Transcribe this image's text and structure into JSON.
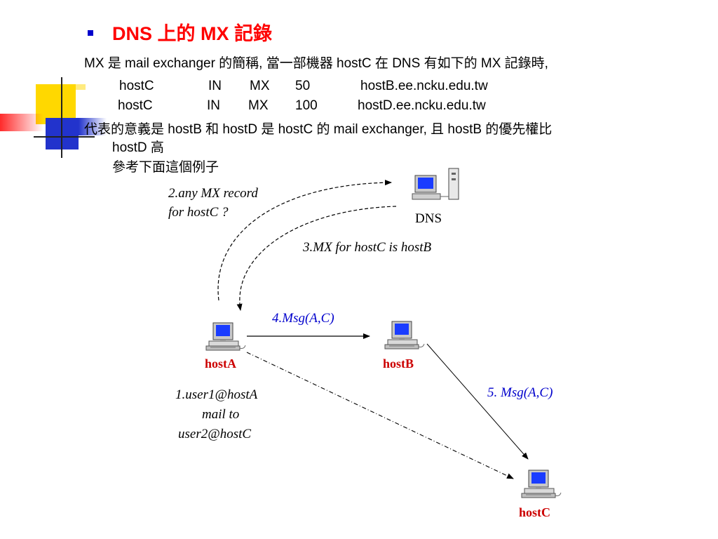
{
  "slide": {
    "title": "DNS 上的 MX 記錄",
    "line1": "MX 是 mail exchanger 的簡稱, 當一部機器 hostC 在 DNS 有如下的 MX 記錄時,",
    "mx_records": [
      {
        "host": "hostC",
        "class": "IN",
        "type": "MX",
        "priority": "50",
        "target": "hostB.ee.ncku.edu.tw"
      },
      {
        "host": "hostC",
        "class": "IN",
        "type": "MX",
        "priority": "100",
        "target": "hostD.ee.ncku.edu.tw"
      }
    ],
    "line2a": "代表的意義是 hostB 和 hostD 是 hostC 的 mail exchanger, 且 hostB 的優先權比",
    "line2b": "hostD 高",
    "line3": "參考下面這個例子"
  },
  "diagram": {
    "nodes": {
      "dns": "DNS",
      "hostA": "hostA",
      "hostB": "hostB",
      "hostC": "hostC"
    },
    "annotations": {
      "step2_line1": "2.any MX record",
      "step2_line2": "for hostC ?",
      "step3": "3.MX for hostC is hostB",
      "step4": "4.Msg(A,C)",
      "step5": "5. Msg(A,C)",
      "step1_line1": "1.user1@hostA",
      "step1_line2": "mail to",
      "step1_line3": "user2@hostC"
    }
  },
  "colors": {
    "title": "#ff0000",
    "node_label": "#cc0000",
    "step_blue": "#0000cc",
    "deco_yellow": "#ffd800",
    "deco_blue": "#2233cc",
    "deco_red": "#ff3333",
    "monitor_screen": "#1a3cff"
  },
  "icons": [
    "square-bullet-icon",
    "dns-server-icon",
    "computer-icon"
  ]
}
